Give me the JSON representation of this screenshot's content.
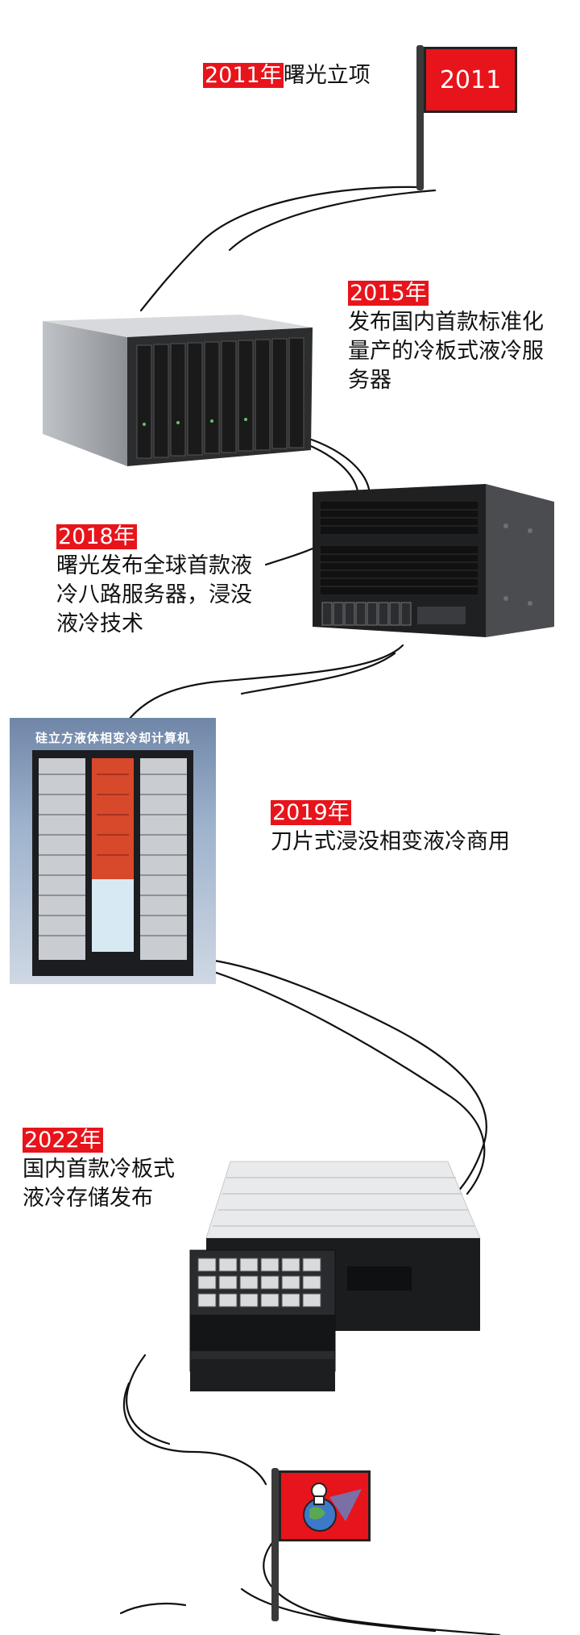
{
  "timeline": [
    {
      "year": "2011年",
      "lines": [
        "曙光立项"
      ]
    },
    {
      "year": "2015年",
      "lines": [
        "发布国内首款标准化",
        "量产的冷板式液冷服",
        "务器"
      ]
    },
    {
      "year": "2018年",
      "lines": [
        "曙光发布全球首款液",
        "冷八路服务器，浸没",
        "液冷技术"
      ]
    },
    {
      "year": "2019年",
      "lines": [
        "刀片式浸没相变液冷商用"
      ]
    },
    {
      "year": "2022年",
      "lines": [
        "国内首款冷板式",
        "液冷存储发布"
      ]
    }
  ],
  "start_flag": {
    "text": "2011"
  },
  "photo_sign": "硅立方液体相变冷却计算机",
  "colors": {
    "accent": "#e8141b",
    "line": "#111111"
  }
}
